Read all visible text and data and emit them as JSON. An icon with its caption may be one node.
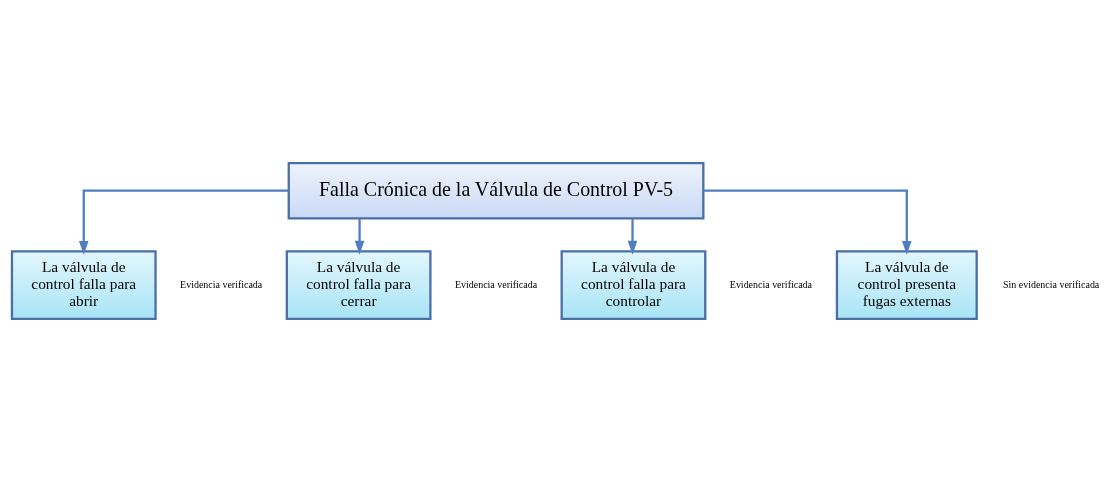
{
  "diagram": {
    "nodes": [
      {
        "text": [
          "Falla Crónica de la Válvula de Control PV-5"
        ]
      },
      {
        "text": [
          "La válvula de control falla para abrir"
        ],
        "beside": [
          "Evidencia verificada"
        ]
      },
      {
        "text": [
          "La válvula de control falla para cerrar"
        ],
        "beside": [
          "Evidencia verificada"
        ]
      },
      {
        "text": [
          "La válvula de control falla para controlar"
        ],
        "beside": [
          "Evidencia verificada"
        ]
      },
      {
        "text": [
          "La válvula de control presenta fugas externas"
        ],
        "beside": [
          "Sin evidencia verificada"
        ]
      }
    ],
    "edges": [
      {
        "from": 0,
        "to": 1,
        "arrow": "to"
      },
      {
        "from": 0,
        "to": 2,
        "arrow": "to"
      },
      {
        "from": 0,
        "to": 3,
        "arrow": "to"
      },
      {
        "from": 0,
        "to": 4,
        "arrow": "to"
      }
    ]
  }
}
